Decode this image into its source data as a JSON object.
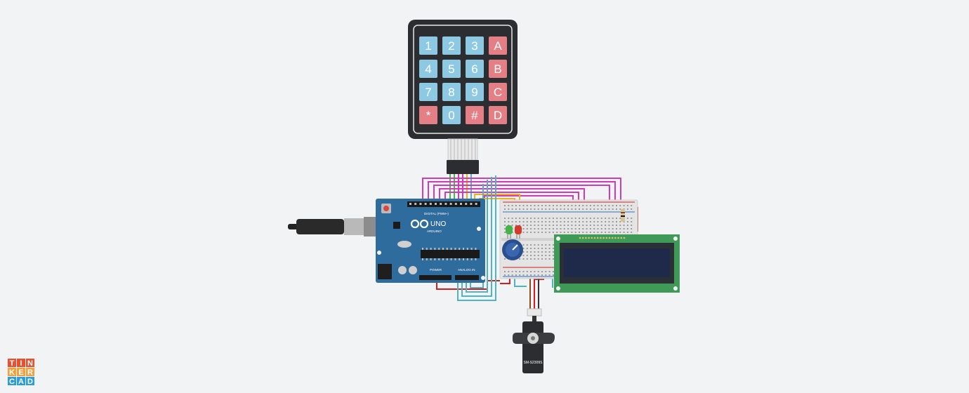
{
  "keypad": {
    "rows": [
      [
        {
          "label": "1",
          "kind": "num"
        },
        {
          "label": "2",
          "kind": "num"
        },
        {
          "label": "3",
          "kind": "num"
        },
        {
          "label": "A",
          "kind": "letter"
        }
      ],
      [
        {
          "label": "4",
          "kind": "num"
        },
        {
          "label": "5",
          "kind": "num"
        },
        {
          "label": "6",
          "kind": "num"
        },
        {
          "label": "B",
          "kind": "letter"
        }
      ],
      [
        {
          "label": "7",
          "kind": "num"
        },
        {
          "label": "8",
          "kind": "num"
        },
        {
          "label": "9",
          "kind": "num"
        },
        {
          "label": "C",
          "kind": "letter"
        }
      ],
      [
        {
          "label": "*",
          "kind": "letter"
        },
        {
          "label": "0",
          "kind": "num"
        },
        {
          "label": "#",
          "kind": "letter"
        },
        {
          "label": "D",
          "kind": "letter"
        }
      ]
    ]
  },
  "arduino": {
    "model_label": "UNO",
    "brand_label": "ARDUINO",
    "digital_label": "DIGITAL (PWM~)",
    "power_label": "POWER",
    "analog_label": "ANALOG IN"
  },
  "servo": {
    "label": "SM-S2309S"
  },
  "logo": {
    "letters": [
      "T",
      "I",
      "N",
      "K",
      "E",
      "R",
      "C",
      "A",
      "D"
    ]
  },
  "colors": {
    "background": "#f1f3f5",
    "keypad_body": "#2b2d30",
    "key_num": "#8ec9e4",
    "key_letter": "#e57f86",
    "arduino_board": "#2f6c9e",
    "lcd_board": "#3e9a56",
    "lcd_screen": "#1f2a4a",
    "wire_magenta": "#cf3cb4",
    "wire_teal": "#4fb3c7",
    "wire_yellow": "#e8b41f",
    "wire_green": "#4bb84b",
    "wire_red": "#d11f1f",
    "wire_brown": "#8a4b1a",
    "logo_red": "#e8512f",
    "logo_orange": "#f3a03b",
    "logo_blue": "#2b9ed9"
  }
}
